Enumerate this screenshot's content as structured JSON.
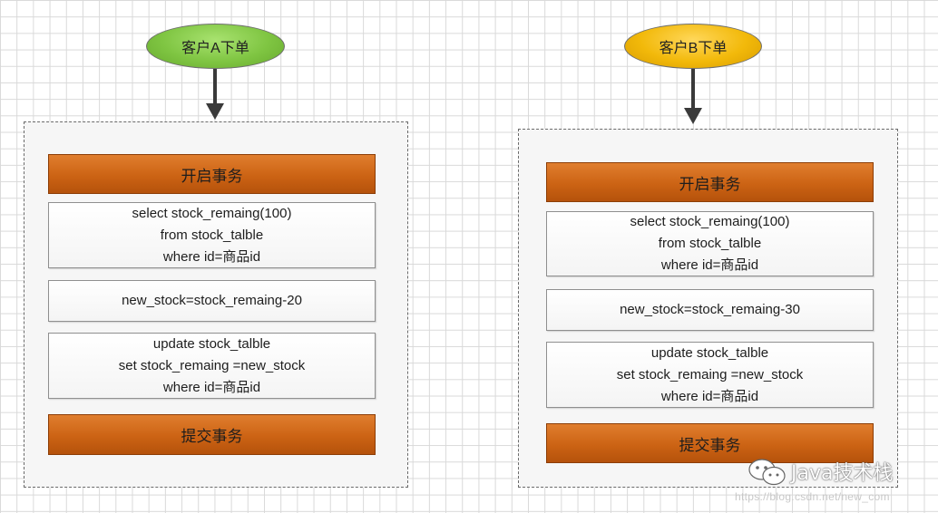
{
  "left_flow": {
    "start_label": "客户A下单",
    "begin_label": "开启事务",
    "select_lines": [
      "select stock_remaing(100)",
      "from stock_talble",
      "where id=商品id"
    ],
    "compute_label": "new_stock=stock_remaing-20",
    "update_lines": [
      "update stock_talble",
      "set stock_remaing =new_stock",
      "where id=商品id"
    ],
    "commit_label": "提交事务",
    "start_color": "#7fc542"
  },
  "right_flow": {
    "start_label": "客户B下单",
    "begin_label": "开启事务",
    "select_lines": [
      "select stock_remaing(100)",
      "from stock_talble",
      "where id=商品id"
    ],
    "compute_label": "new_stock=stock_remaing-30",
    "update_lines": [
      "update stock_talble",
      "set stock_remaing =new_stock",
      "where id=商品id"
    ],
    "commit_label": "提交事务",
    "start_color": "#f2b90a"
  },
  "watermark": {
    "text": "Java技术栈",
    "url": "https://blog.csdn.net/new_com",
    "icon": "wechat-icon"
  },
  "colors": {
    "step_orange": "#cc6314",
    "grid": "#d9d9d9",
    "arrow": "#3a3a3a"
  }
}
